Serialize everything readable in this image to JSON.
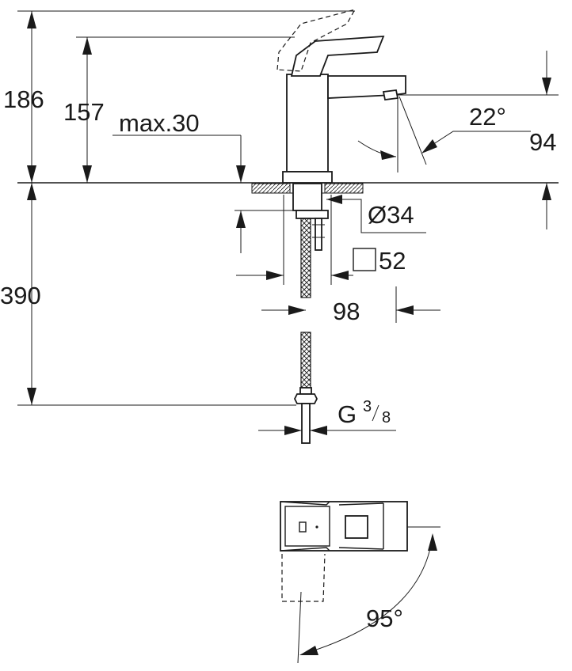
{
  "dimensions": {
    "total_height": "186",
    "spout_height": "157",
    "max_deck_thickness": "max.30",
    "spout_angle": "22°",
    "spout_reach": "94",
    "hole_diameter": "Ø34",
    "base_square": "52",
    "hose_length": "390",
    "hose_offset": "98",
    "connection_thread": "G",
    "thread_numerator": "3",
    "thread_denominator": "8",
    "handle_rotation": "95°"
  }
}
